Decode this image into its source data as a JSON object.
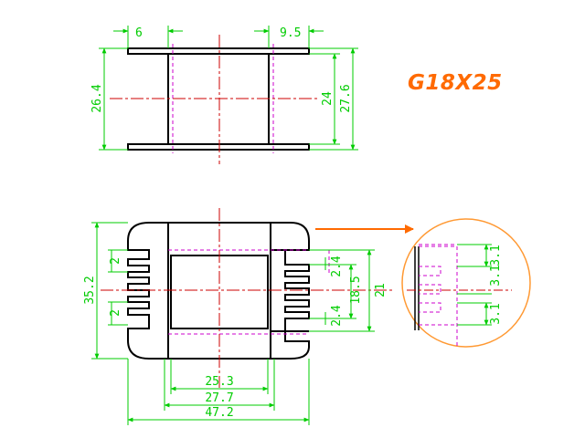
{
  "title": "G18X25",
  "colors": {
    "outline": "#000000",
    "dimension": "#00cc00",
    "centerline": "#cc0000",
    "hidden": "#cc00cc",
    "accent": "#ff6a00",
    "title": "#ff6a00"
  },
  "top_view": {
    "dims": {
      "left_flange": "6",
      "right_flange": "9.5",
      "outer_height": "26.4",
      "inner_height": "24",
      "total_height": "27.6"
    }
  },
  "front_view": {
    "dims": {
      "pin_space_left_top": "2",
      "pin_space_left_bottom": "2",
      "height": "35.2",
      "pin_pitch_top": "2.4",
      "pin_pitch_bottom": "2.4",
      "pin_span": "18.5",
      "total_pin_span": "21",
      "inner_width": "25.3",
      "mid_width": "27.7",
      "total_width": "47.2"
    }
  },
  "detail_view": {
    "dims": {
      "top": "3.1",
      "middle": "3.1",
      "bottom": "3.1"
    }
  }
}
